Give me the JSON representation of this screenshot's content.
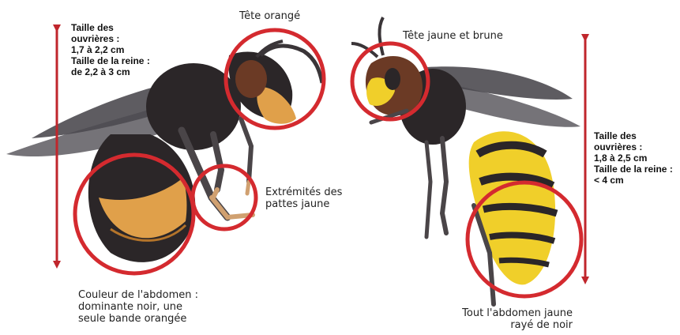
{
  "left_wasp": {
    "size_lines": [
      "Taille des",
      "ouvrières :",
      "1,7 à 2,2 cm",
      "Taille de la reine :",
      "de 2,2 à 3 cm"
    ],
    "head_label": "Tête orangé",
    "legs_label": [
      "Extrémités des",
      "pattes jaune"
    ],
    "abdomen_label": [
      "Couleur de l'abdomen :",
      "dominante noir, une",
      "seule  bande orangée"
    ]
  },
  "right_wasp": {
    "head_label": "Tête jaune et brune",
    "size_lines": [
      "Taille des",
      "ouvrières :",
      "1,8 à 2,5 cm",
      "Taille de la reine :",
      "< 4 cm"
    ],
    "abdomen_label": [
      "Tout l'abdomen jaune",
      "rayé de noir"
    ]
  },
  "colors": {
    "highlight_circle": "#d42a2f",
    "size_arrow": "#c0262c",
    "wasp_black": "#2b2628",
    "wasp_orange": "#e0a04a",
    "wasp_yellow": "#f0cf2a",
    "wing": "#5d5a60"
  }
}
